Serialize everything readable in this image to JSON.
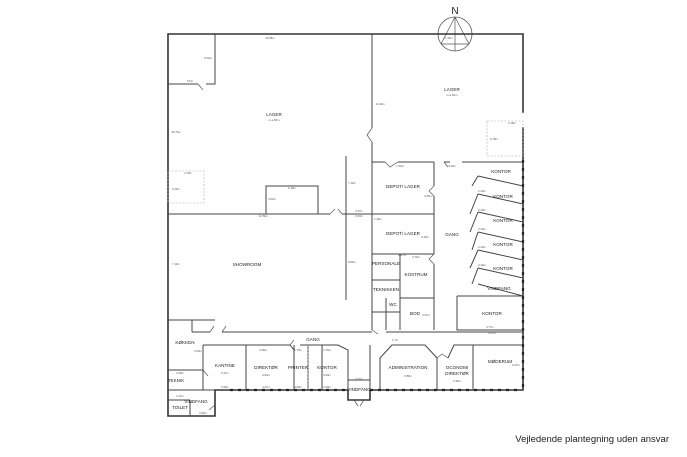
{
  "compass": {
    "label": "N"
  },
  "footer": "Vejledende plantegning uden ansvar",
  "rooms": {
    "lager_left": "LAGER",
    "lager_left_area": "m.a.60m",
    "lager_right": "LAGER",
    "lager_right_area": "m.a.60m",
    "depot_1": "DEPOT/ LAGER",
    "depot_2": "DEPOT/ LAGER",
    "showroom": "SHOWROOM",
    "personale": "PERSONALE",
    "kostrum": "KOSTRUM",
    "teknikken": "TEKNIKKEN",
    "wc": "WC",
    "bod": "BOD",
    "gang_right": "GANG",
    "gang_main": "GANG",
    "kontor_1": "KONTOR",
    "kontor_2": "KONTOR",
    "kontor_3": "KONTOR",
    "kontor_4": "KONTOR",
    "kontor_5": "KONTOR",
    "vindfang_right": "VINDFANG",
    "kontor_big": "KONTOR",
    "modrum": "MØDERUM",
    "kokken": "KØKKEN",
    "kantine": "KANTINE",
    "direktor": "DIREKTØR",
    "printer": "PRINTER",
    "kontor_bottom": "KONTOR",
    "administration": "ADMINISTRATION",
    "oconomi_1": "OCONOMI",
    "oconomi_2": "DIREKTØR",
    "teknik": "TEKNIK",
    "vindfang_left": "VINDFANG",
    "toilet": "TOILET",
    "vindfang_center": "VINDFANG"
  },
  "dimensions": {
    "top_left": "33.86m",
    "top_right": "17.49m",
    "left_height": "26.79m",
    "small_room_h": "5.04m",
    "small_room_w": "5.5m",
    "center_v": "14.40m",
    "box_left_w": "4.70m",
    "box_left_h": "6.10m",
    "box_right_w": "6.18m",
    "box_right_h": "6.78m",
    "small_box_w": "6.18m",
    "small_box_h": "3.03m",
    "showroom_top": "11.59m",
    "mid_1": "3.57m",
    "mid_2": "3.63m",
    "v_719": "7.19m",
    "depot_w": "7.33m",
    "depot_h": "3.80m",
    "depot2_h": "1.46m",
    "gang_w": "4.20m",
    "depot2_r": "3.40m",
    "showroom_h": "7.19m",
    "v_880": "8.80m",
    "pers_w": "1.07m",
    "kost_w": "4.70m",
    "kontor_h1": "2.40m",
    "kontor_h2": "2.40m",
    "kontor_h3": "2.40m",
    "kontor_h4": "2.40m",
    "kontor_h5": "2.40m",
    "kontor_big_w": "4.77m",
    "kontor_big_w2": "5.07m",
    "gang_len": "1.7m",
    "bod_h": "3.37m",
    "kantine_w": "5.56m",
    "kantine_h": "6.47m",
    "direktor_w": "3.38m",
    "direktor_h": "3.84m",
    "printer_w": "1.75m",
    "kontor_b_w": "2.79m",
    "kontor_b_h": "3.09m",
    "admin_h": "3.86m",
    "oconomi_h": "3.46m",
    "modrum_h": "6.47m",
    "vindfang_c": "3.77m",
    "bottom_1": "4.47m",
    "bottom_2": "3.68m",
    "bottom_3": "4.29m",
    "kokken_h": "4.63m",
    "teknik_w": "2.08m",
    "vindfang_l": "3.29m",
    "toilet_w": "1.27m"
  }
}
